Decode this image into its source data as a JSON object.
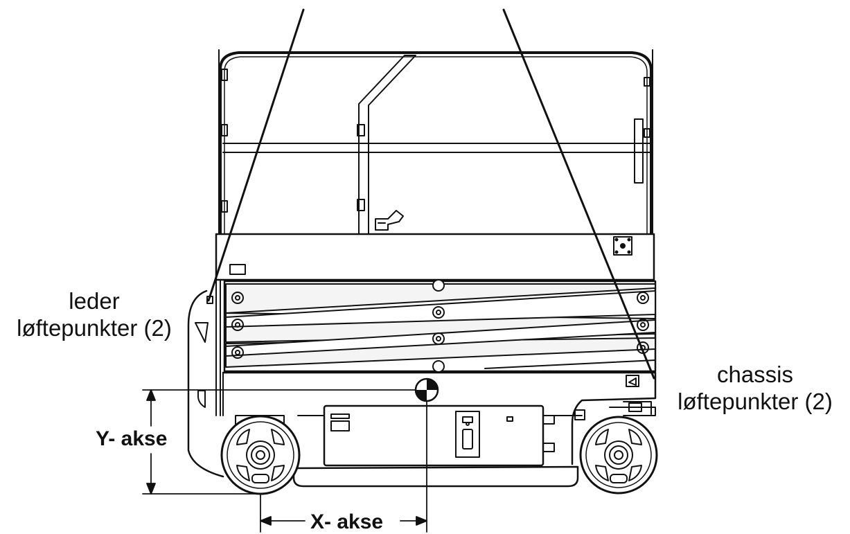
{
  "labels": {
    "leder_line1": "leder",
    "leder_line2": "løftepunkter (2)",
    "chassis_line1": "chassis",
    "chassis_line2": "løftepunkter (2)",
    "y_axis": "Y- akse",
    "x_axis": "X- akse"
  },
  "colors": {
    "stroke": "#111111",
    "background": "#ffffff",
    "fill_light": "#f4f4f4"
  }
}
